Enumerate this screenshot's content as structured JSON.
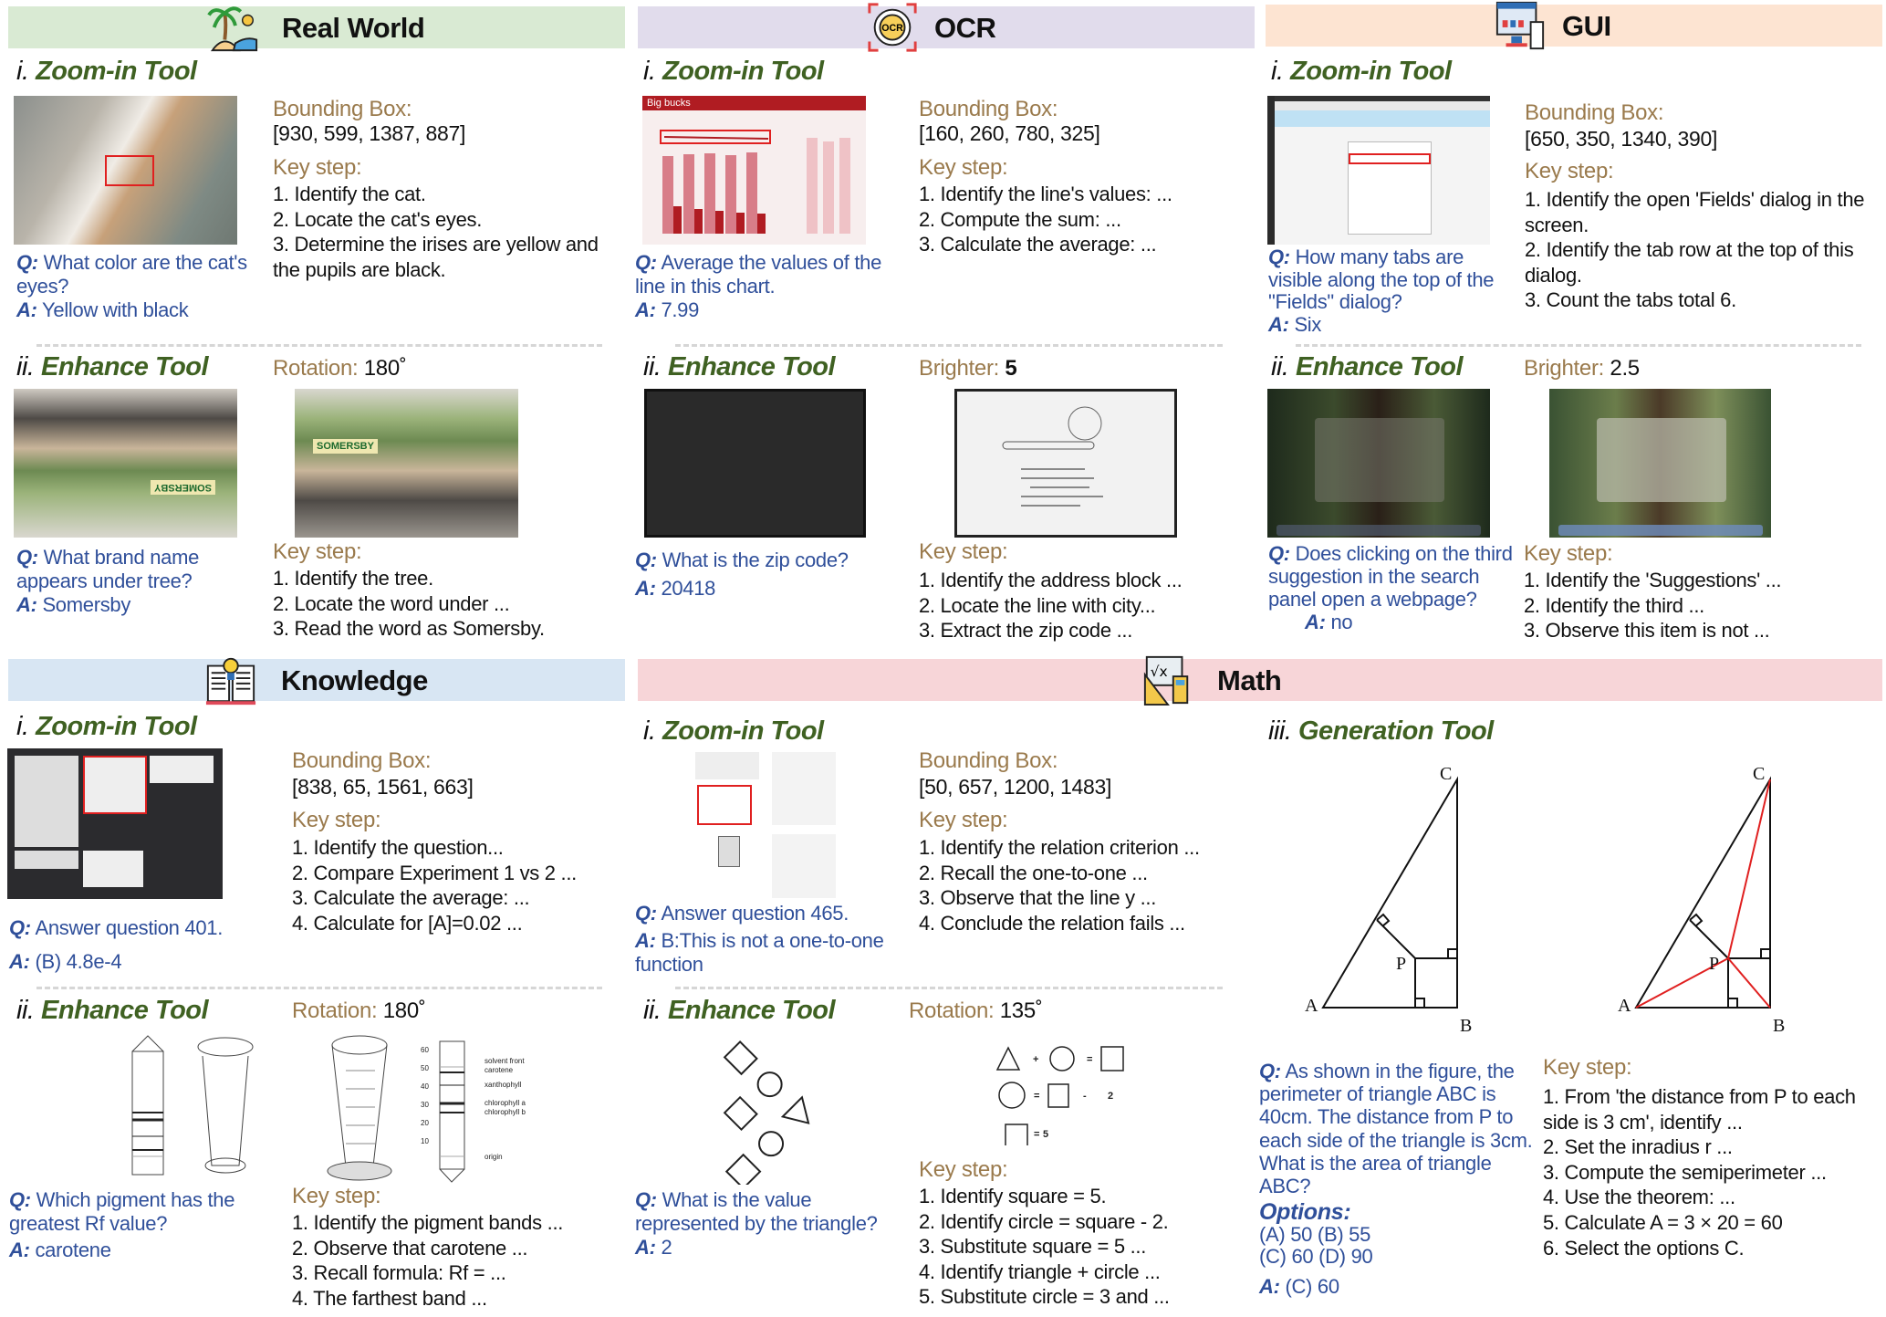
{
  "colors": {
    "tool_name": "#3f6122",
    "param_label": "#9a7a4c",
    "question": "#2f4f9a",
    "real_world_bg": "#d9ead3",
    "ocr_bg": "#e1dcec",
    "gui_bg": "#fde4d2",
    "knowledge_bg": "#d8e6f3",
    "math_bg": "#f7d5d8",
    "highlight_box": "#e02020"
  },
  "labels": {
    "bbox": "Bounding Box:",
    "key_step": "Key step:",
    "rotation": "Rotation:",
    "brighter": "Brighter:",
    "q": "Q:",
    "a": "A:",
    "options": "Options:"
  },
  "real_world": {
    "title": "Real World",
    "icon": "palm-tree-icon",
    "zoom": {
      "num": "i.",
      "tool": "Zoom-in Tool",
      "bbox": "[930, 599, 1387, 887]",
      "steps": [
        "1. Identify the cat.",
        "2. Locate the cat's eyes.",
        "3. Determine the irises are yellow and the pupils are black."
      ],
      "q": "What color are the cat's eyes?",
      "a": "Yellow with black"
    },
    "enhance": {
      "num": "ii.",
      "tool": "Enhance Tool",
      "param": "180˚",
      "steps": [
        "1. Identify the tree.",
        "2. Locate the word under ...",
        "3. Read the word as Somersby."
      ],
      "q": "What brand name appears under tree?",
      "a": "Somersby",
      "img_text": "SOMERSBY"
    }
  },
  "ocr": {
    "title": "OCR",
    "icon": "ocr-icon",
    "zoom": {
      "num": "i.",
      "tool": "Zoom-in Tool",
      "bbox": "[160, 260, 780, 325]",
      "steps": [
        "1. Identify the line's values: ...",
        "2. Compute the sum: ...",
        "3. Calculate the average: ..."
      ],
      "q": "Average the values of the line in this chart.",
      "a": "7.99",
      "img_title": "Big bucks"
    },
    "enhance": {
      "num": "ii.",
      "tool": "Enhance Tool",
      "param": "5",
      "steps": [
        "1. Identify the address block ...",
        "2. Locate the line with city...",
        "3. Extract the zip code ..."
      ],
      "q": "What is the zip code?",
      "a": "20418"
    }
  },
  "gui": {
    "title": "GUI",
    "icon": "monitor-icon",
    "zoom": {
      "num": "i.",
      "tool": "Zoom-in Tool",
      "bbox": "[650, 350, 1340, 390]",
      "steps": [
        "1. Identify the open 'Fields' dialog in the screen.",
        "2. Identify the tab row at the top of this dialog.",
        "3. Count the tabs total 6."
      ],
      "q": "How many tabs are visible along the top of the \"Fields\" dialog?",
      "a": "Six"
    },
    "enhance": {
      "num": "ii.",
      "tool": "Enhance Tool",
      "param": "2.5",
      "steps": [
        "1. Identify the 'Suggestions' ...",
        "2. Identify the third ...",
        "3. Observe this item is not ..."
      ],
      "q": "Does clicking on the third suggestion in the search panel open a webpage?",
      "a": "no"
    }
  },
  "knowledge": {
    "title": "Knowledge",
    "icon": "book-lightbulb-icon",
    "zoom": {
      "num": "i.",
      "tool": "Zoom-in Tool",
      "bbox": "[838, 65, 1561, 663]",
      "steps": [
        "1. Identify the question...",
        "2. Compare Experiment 1 vs 2 ...",
        "3. Calculate the average: ...",
        "4. Calculate for [A]=0.02 ..."
      ],
      "q": "Answer question 401.",
      "a": "(B) 4.8e-4"
    },
    "enhance": {
      "num": "ii.",
      "tool": "Enhance Tool",
      "param": "180˚",
      "steps": [
        "1. Identify the pigment bands ...",
        "2. Observe that carotene ...",
        "3. Recall formula: Rf = ...",
        "4. The farthest band ..."
      ],
      "q": "Which pigment has the greatest Rf value?",
      "a": "carotene",
      "chart_ticks": [
        "60",
        "50",
        "40",
        "30",
        "20",
        "10"
      ],
      "bands": [
        "solvent front",
        "carotene",
        "xanthophyll",
        "chlorophyll a",
        "chlorophyll b",
        "origin"
      ]
    }
  },
  "math": {
    "title": "Math",
    "icon": "math-tools-icon",
    "zoom": {
      "num": "i.",
      "tool": "Zoom-in Tool",
      "bbox": "[50, 657, 1200, 1483]",
      "steps": [
        "1. Identify the relation criterion ...",
        "2. Recall the one-to-one ...",
        "3. Observe that the line y ...",
        "4. Conclude the relation fails ..."
      ],
      "q": "Answer question 465.",
      "a": "B:This is not a one-to-one function"
    },
    "enhance": {
      "num": "ii.",
      "tool": "Enhance Tool",
      "param": "135˚",
      "steps": [
        "1. Identify square = 5.",
        "2. Identify circle = square - 2.",
        "3. Substitute square = 5 ...",
        "4. Identify triangle + circle ...",
        "5. Substitute circle = 3 and ..."
      ],
      "q": "What is the value represented by the triangle?",
      "a": "2",
      "eq": {
        "plus": "+",
        "eq": "=",
        "minus": "-",
        "two": "2",
        "five": "5"
      }
    },
    "generation": {
      "num": "iii.",
      "tool": "Generation Tool",
      "points": {
        "A": "A",
        "B": "B",
        "C": "C",
        "P": "P"
      },
      "q": "As shown in the figure, the perimeter of triangle ABC is 40cm. The distance from P to each side of the triangle is 3cm. What is the area of triangle ABC?",
      "options": [
        "(A) 50 (B) 55",
        "(C) 60 (D) 90"
      ],
      "a": "(C) 60",
      "steps": [
        "1. From 'the distance from P to each side is 3 cm', identify ...",
        "2. Set the inradius r ...",
        "3. Compute the semiperimeter ...",
        "4. Use the theorem: ...",
        "5. Calculate A = 3 × 20 = 60",
        "6. Select the options C."
      ]
    }
  }
}
